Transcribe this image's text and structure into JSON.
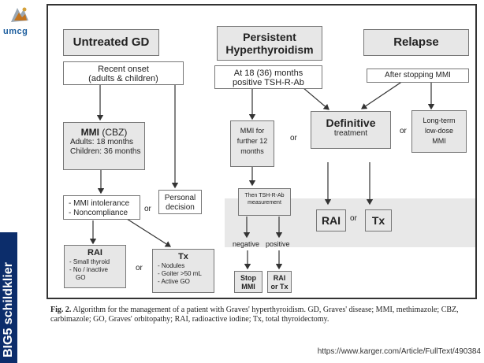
{
  "slide": {
    "logo_text": "umcg",
    "side_title": "BIG5 schildklier",
    "source_url": "https://www.karger.com/Article/FullText/490384"
  },
  "diagram": {
    "untreated_gd": "Untreated GD",
    "persistent_line1": "Persistent",
    "persistent_line2": "Hyperthyroidism",
    "relapse": "Relapse",
    "recent_onset_line1": "Recent onset",
    "recent_onset_line2": "(adults & children)",
    "tsh_line1": "At 18 (36) months",
    "tsh_line2": "positive TSH-R-Ab",
    "after_stopping": "After stopping MMI",
    "mmi_title": "MMI",
    "mmi_sub": "(CBZ)",
    "mmi_adults": "Adults:   18 months",
    "mmi_children": "Children: 36 months",
    "mmi_further_1": "MMI for",
    "mmi_further_2": "further 12",
    "mmi_further_3": "months",
    "or_1": "or",
    "definitive_title": "Definitive",
    "definitive_sub": "treatment",
    "or_2": "or",
    "longterm_1": "Long-term",
    "longterm_2": "low-dose",
    "longterm_3": "MMI",
    "intolerance_1": "- MMI intolerance",
    "intolerance_2": "- Noncompliance",
    "or_3": "or",
    "personal_1": "Personal",
    "personal_2": "decision",
    "then_tsh_1": "Then TSH-R-Ab",
    "then_tsh_2": "measurement",
    "negative": "negative",
    "positive": "positive",
    "rai_big": "RAI",
    "or_4": "or",
    "tx_big": "Tx",
    "rai_left_title": "RAI",
    "rai_left_1": "- Small thyroid",
    "rai_left_2": "- No / inactive",
    "rai_left_3": "GO",
    "or_5": "or",
    "tx_left_title": "Tx",
    "tx_left_1": "- Nodules",
    "tx_left_2": "- Goiter >50 mL",
    "tx_left_3": "- Active GO",
    "stop_1": "Stop",
    "stop_2": "MMI",
    "rai_or_tx_1": "RAI",
    "rai_or_tx_2": "or Tx"
  },
  "caption": {
    "label": "Fig. 2.",
    "text": " Algorithm for the management of a patient with Graves' hyperthyroidism. GD, Graves' disease; MMI, methimazole; CBZ, carbimazole; GO, Graves' orbitopathy; RAI, radioactive iodine; Tx, total thyroidectomy."
  }
}
